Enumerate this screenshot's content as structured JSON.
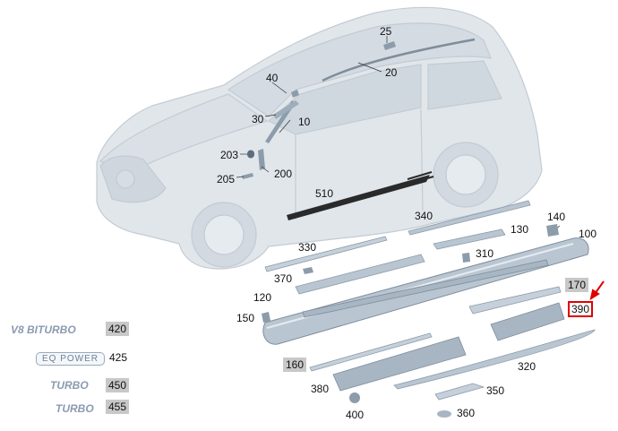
{
  "labels": {
    "l25": "25",
    "l20": "20",
    "l40": "40",
    "l30": "30",
    "l10": "10",
    "l203": "203",
    "l205": "205",
    "l200": "200",
    "l510": "510",
    "l340": "340",
    "l140": "140",
    "l130": "130",
    "l100": "100",
    "l330": "330",
    "l310": "310",
    "l370": "370",
    "l120": "120",
    "l170": "170",
    "l390": "390",
    "l150": "150",
    "l160": "160",
    "l320": "320",
    "l380": "380",
    "l350": "350",
    "l400": "400",
    "l360": "360",
    "l420": "420",
    "l425": "425",
    "l450": "450",
    "l455": "455"
  },
  "badges": {
    "v8": "V8 BITURBO",
    "eq": "EQ POWER",
    "turbo_amg": "TURBO",
    "turbo": "TURBO"
  },
  "colors": {
    "car_body": "#e1e6eb",
    "car_outline": "#c3cbd3",
    "part_fill": "#b9c6d2",
    "part_dark": "#8c9cab",
    "highlight": "#e00000",
    "label_shade": "#c8c8c8"
  }
}
